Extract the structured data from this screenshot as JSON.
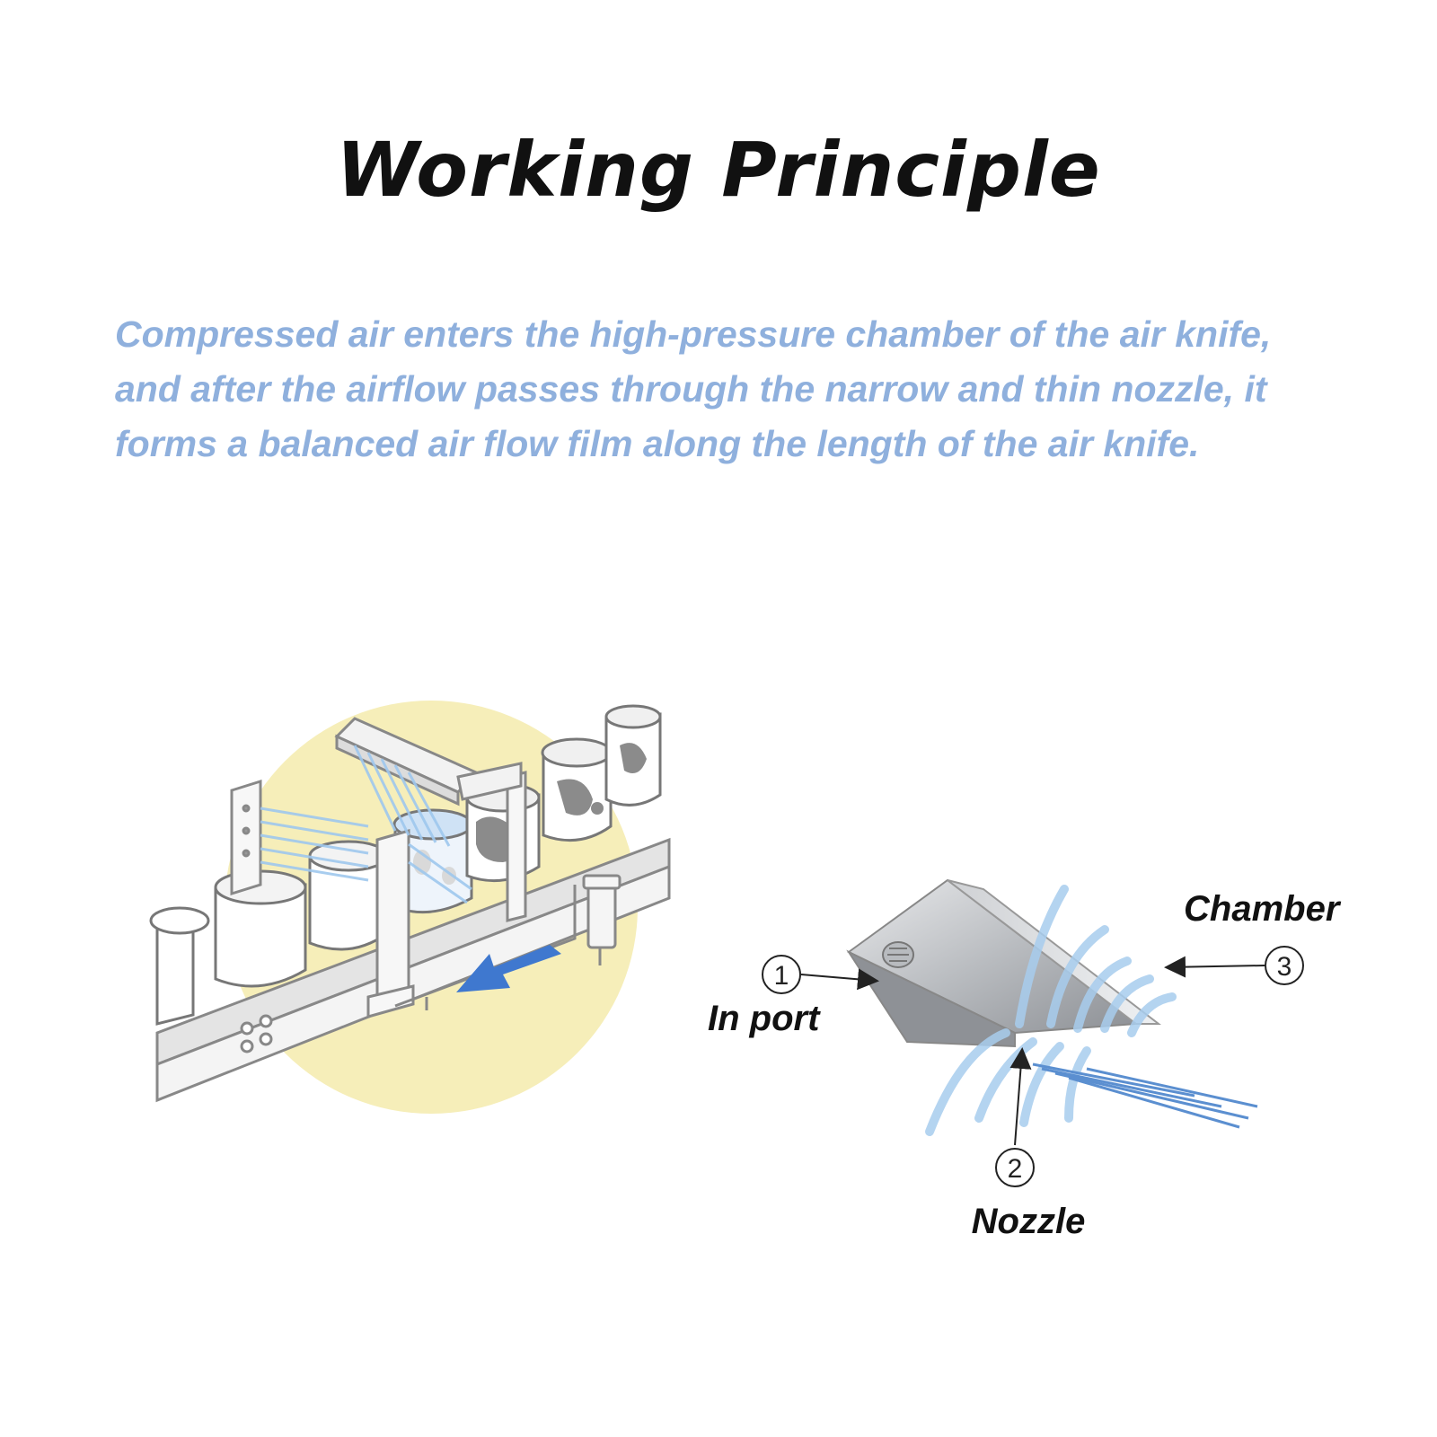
{
  "header": {
    "title": "Working Principle"
  },
  "description": "Compressed air enters the high-pressure chamber of the air knife, and after the airflow passes through the narrow and thin nozzle, it forms a balanced air flow film along the length of the air knife.",
  "labels": {
    "in_port": {
      "number": "1",
      "text": "In port"
    },
    "nozzle": {
      "number": "2",
      "text": "Nozzle"
    },
    "chamber": {
      "number": "3",
      "text": "Chamber"
    }
  },
  "colors": {
    "title": "#111111",
    "description": "#8fb0dd",
    "highlight_circle": "#f6eeb9",
    "airflow": "#b9d6f1",
    "arrow": "#3f78cf"
  }
}
